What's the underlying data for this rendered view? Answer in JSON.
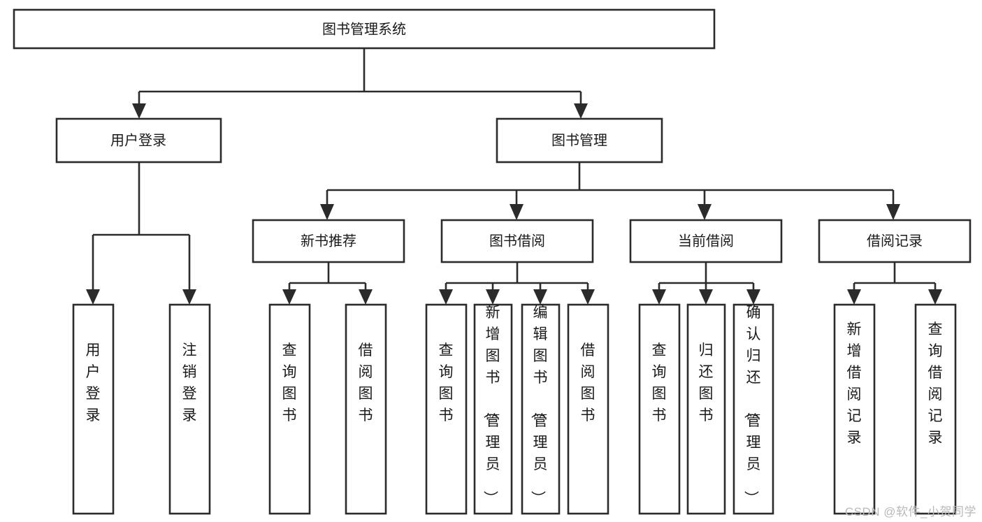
{
  "diagram": {
    "title": "图书管理系统",
    "watermark": "CSDN @软件_小贺同学",
    "type": "hierarchy-tree",
    "colors": {
      "stroke": "#2b2b2b",
      "fill": "#ffffff",
      "text": "#1a1a1a",
      "watermark": "#b9b9b9"
    },
    "root": {
      "label": "图书管理系统"
    },
    "level2": [
      {
        "label": "用户登录"
      },
      {
        "label": "图书管理"
      }
    ],
    "level3": [
      {
        "label": "新书推荐"
      },
      {
        "label": "图书借阅"
      },
      {
        "label": "当前借阅"
      },
      {
        "label": "借阅记录"
      }
    ],
    "leaves": {
      "user_login": [
        {
          "label": "用户登录"
        },
        {
          "label": "注销登录"
        }
      ],
      "new_book_recommend": [
        {
          "label": "查询图书"
        },
        {
          "label": "借阅图书"
        }
      ],
      "book_borrow": [
        {
          "label": "查询图书"
        },
        {
          "label": "新增图书（管理员）"
        },
        {
          "label": "编辑图书（管理员）"
        },
        {
          "label": "借阅图书"
        }
      ],
      "current_borrow": [
        {
          "label": "查询图书"
        },
        {
          "label": "归还图书"
        },
        {
          "label": "确认归还（管理员）"
        }
      ],
      "borrow_record": [
        {
          "label": "新增借阅记录"
        },
        {
          "label": "查询借阅记录"
        }
      ]
    }
  }
}
